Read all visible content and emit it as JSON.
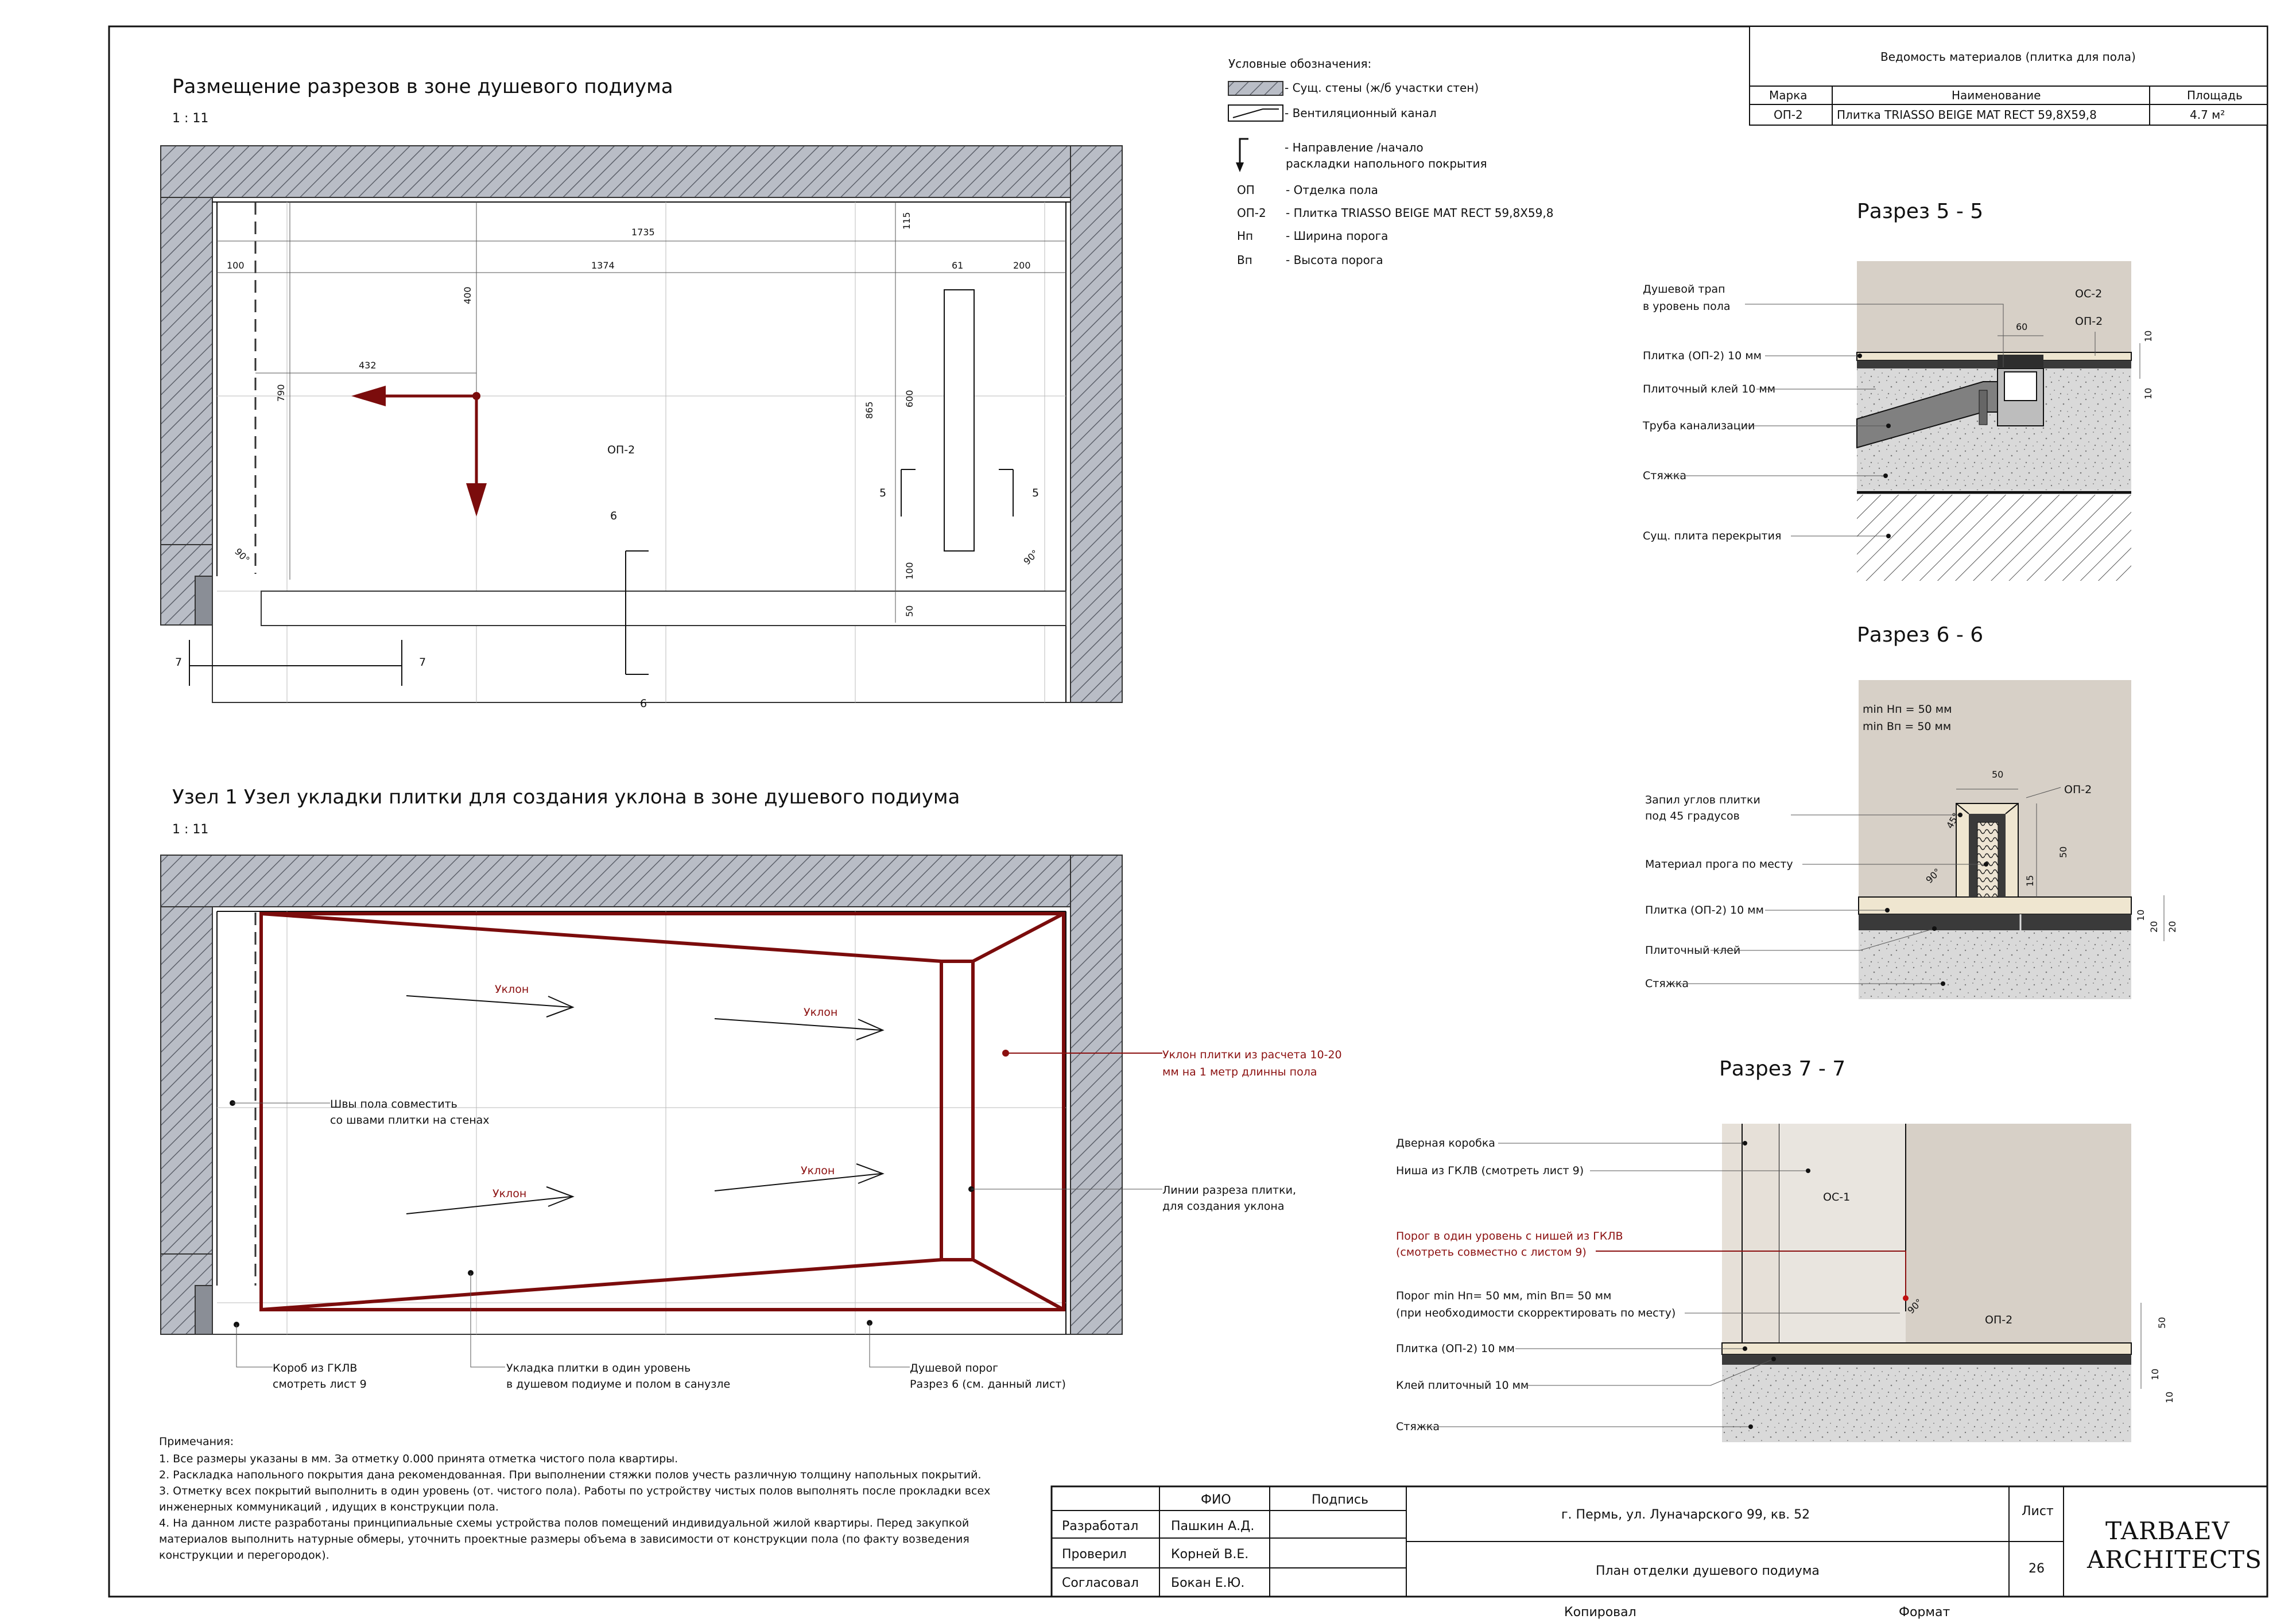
{
  "plan_section": {
    "title": "Размещение разрезов в зоне душевого подиума",
    "scale": "1 : 11",
    "dims": {
      "d1735": "1735",
      "d100": "100",
      "d1374": "1374",
      "d61": "61",
      "d200": "200",
      "d115": "115",
      "d400": "400",
      "d432": "432",
      "d790": "790",
      "d865": "865",
      "d600": "600",
      "d100b": "100",
      "d50": "50",
      "angle1": "90°",
      "angle2": "90°"
    },
    "zone_label": "ОП-2",
    "cut_marks": {
      "c5a": "5",
      "c5b": "5",
      "c6a": "6",
      "c6b": "6",
      "c7a": "7",
      "c7b": "7"
    }
  },
  "legend": {
    "title": "Условные обозначения:",
    "items": [
      {
        "symbol": "",
        "text": "- Сущ. стены (ж/б участки стен)"
      },
      {
        "symbol": "",
        "text": "- Вентиляционный канал"
      },
      {
        "symbol": "",
        "text": "- Направление /начало"
      },
      {
        "symbol": "",
        "text": "раскладки напольного покрытия"
      },
      {
        "symbol": "ОП",
        "text": "- Отделка пола"
      },
      {
        "symbol": "ОП-2",
        "text": "- Плитка TRIASSO BEIGE MAT RECT 59,8X59,8"
      },
      {
        "symbol": "Нп",
        "text": "- Ширина порога"
      },
      {
        "symbol": "Вп",
        "text": "- Высота порога"
      }
    ]
  },
  "materials_table": {
    "title": "Ведомость материалов (плитка для пола)",
    "headers": [
      "Марка",
      "Наименование",
      "Площадь"
    ],
    "rows": [
      [
        "ОП-2",
        "Плитка TRIASSO BEIGE MAT RECT 59,8X59,8",
        "4.7 м²"
      ]
    ]
  },
  "section55": {
    "title": "Разрез 5 - 5",
    "labels": {
      "drain1": "Душевой трап",
      "drain2": "в уровень пола",
      "tile": "Плитка (ОП-2) 10 мм",
      "glue": "Плиточный клей 10 мм",
      "pipe": "Труба канализации",
      "screed": "Стяжка",
      "slab": "Сущ. плита перекрытия"
    },
    "tags": {
      "oc": "ОС-2",
      "op": "ОП-2",
      "d60": "60",
      "d10a": "10",
      "d10b": "10"
    }
  },
  "section66": {
    "title": "Разрез 6 - 6",
    "labels": {
      "minH": "min Нп = 50 мм",
      "minB": "min Вп = 50 мм",
      "cut1": "Запил углов плитки",
      "cut2": "под 45 градусов",
      "mat": "Материал прога по месту",
      "tile": "Плитка (ОП-2) 10 мм",
      "glue": "Плиточный клей",
      "screed": "Стяжка"
    },
    "tags": {
      "op": "ОП-2",
      "d50a": "50",
      "d50b": "50",
      "d15": "15",
      "d45": "45°",
      "d90": "90°",
      "d20a": "20",
      "d20b": "20",
      "d10": "10"
    }
  },
  "section77": {
    "title": "Разрез 7 - 7",
    "labels": {
      "frame": "Дверная коробка",
      "niche": "Ниша из ГКЛВ (смотреть лист 9)",
      "red1": "Порог в один уровень с нишей из ГКЛВ",
      "red2": "(смотреть совместно с листом 9)",
      "thr1": "Порог min Нп= 50 мм, min Вп= 50 мм",
      "thr2": "(при необходимости скорректировать по месту)",
      "tile": "Плитка (ОП-2) 10 мм",
      "glue": "Клей плиточный 10 мм",
      "screed": "Стяжка"
    },
    "tags": {
      "oc": "ОС-1",
      "op": "ОП-2",
      "d90": "90°",
      "d50": "50",
      "d10a": "10",
      "d10b": "10"
    }
  },
  "node1": {
    "title": "Узел 1  Узел укладки плитки для создания уклона в зоне душевого подиума",
    "scale": "1 : 11",
    "slope_labels": [
      "Уклон",
      "Уклон",
      "Уклон",
      "Уклон"
    ],
    "labels": {
      "seams1": "Швы пола совместить",
      "seams2": "со швами плитки на стенах",
      "slope1": "Уклон плитки из расчета 10-20",
      "slope2": "мм на 1 метр длинны пола",
      "lines1": "Линии разреза плитки,",
      "lines2": "для создания уклона",
      "box1": "Короб из ГКЛВ",
      "box2": "смотреть лист 9",
      "lay1": "Укладка плитки в один уровень",
      "lay2": "в душевом подиуме и полом в санузле",
      "thr1": "Душевой порог",
      "thr2": "Разрез 6 (см. данный лист)"
    }
  },
  "notes": {
    "title": "Примечания:",
    "lines": [
      "1. Все размеры указаны в мм. За отметку 0.000 принята отметка чистого пола квартиры.",
      "2. Раскладка напольного покрытия дана рекомендованная. При выполнении стяжки полов учесть различную толщину напольных покрытий.",
      "3. Отметку всех покрытий выполнить в один уровень (от. чистого пола). Работы по устройству чистых полов выполнять после прокладки всех",
      "инженерных коммуникаций , идущих в конструкции пола.",
      "4. На данном листе разработаны принципиальные схемы устройства полов помещений индивидуальной жилой квартиры. Перед закупкой",
      "материалов выполнить натурные обмеры, уточнить проектные размеры объема в зависимости от конструкции пола (по факту возведения",
      "конструкции и перегородок)."
    ]
  },
  "title_block": {
    "fio_header": "ФИО",
    "sign_header": "Подпись",
    "rows": [
      {
        "role": "Разработал",
        "name": "Пашкин А.Д."
      },
      {
        "role": "Проверил",
        "name": "Корней В.Е."
      },
      {
        "role": "Согласовал",
        "name": "Бокан Е.Ю."
      }
    ],
    "address": "г. Пермь, ул. Луначарского 99, кв. 52",
    "sheet_name": "План отделки душевого подиума",
    "sheet_label": "Лист",
    "sheet_number": "26",
    "logo_line1": "TARBAEV",
    "logo_line2": "ARCHITECTS",
    "copied": "Копировал",
    "format": "Формат"
  }
}
